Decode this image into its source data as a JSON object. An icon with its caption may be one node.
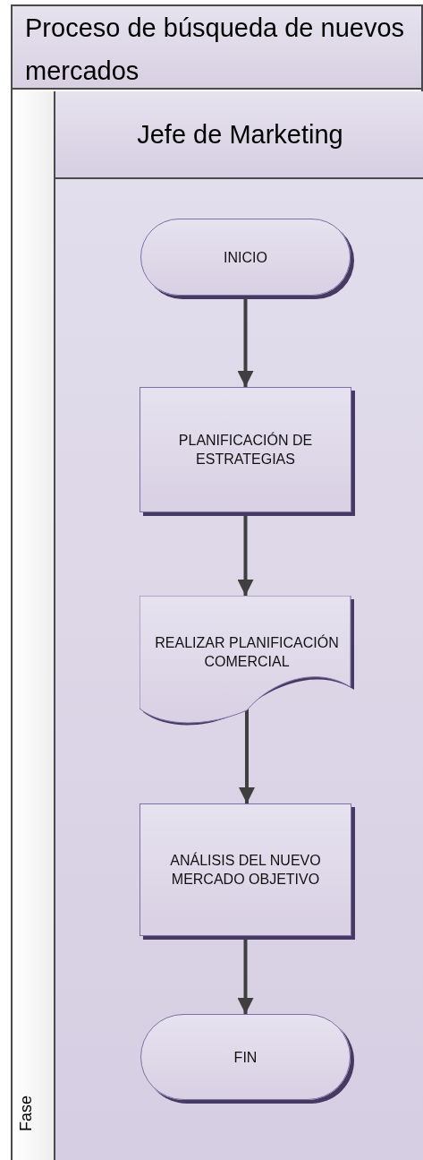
{
  "diagram": {
    "nodes": [
      {
        "text": [
          "Proceso de búsqueda de nuevos mercados"
        ]
      },
      {
        "text": [
          "Fase"
        ],
        "in": 0
      },
      {
        "text": [
          "Jefe de Marketing"
        ],
        "in": 0
      },
      {
        "text": [
          "INICIO"
        ],
        "in": 2
      },
      {
        "text": [
          "PLANIFICACIÓN DE ESTRATEGIAS"
        ],
        "in": 2
      },
      {
        "text": [
          "REALIZAR PLANIFICACIÓN COMERCIAL"
        ],
        "in": 2
      },
      {
        "text": [
          "ANÁLISIS DEL NUEVO MERCADO OBJETIVO"
        ],
        "in": 2
      },
      {
        "text": [
          "FIN"
        ],
        "in": 2
      }
    ],
    "edges": [
      {
        "from": 3,
        "to": 4,
        "arrow": "to"
      },
      {
        "from": 4,
        "to": 5,
        "arrow": "to"
      },
      {
        "from": 5,
        "to": 6,
        "arrow": "to"
      },
      {
        "from": 6,
        "to": 7,
        "arrow": "to"
      }
    ]
  }
}
